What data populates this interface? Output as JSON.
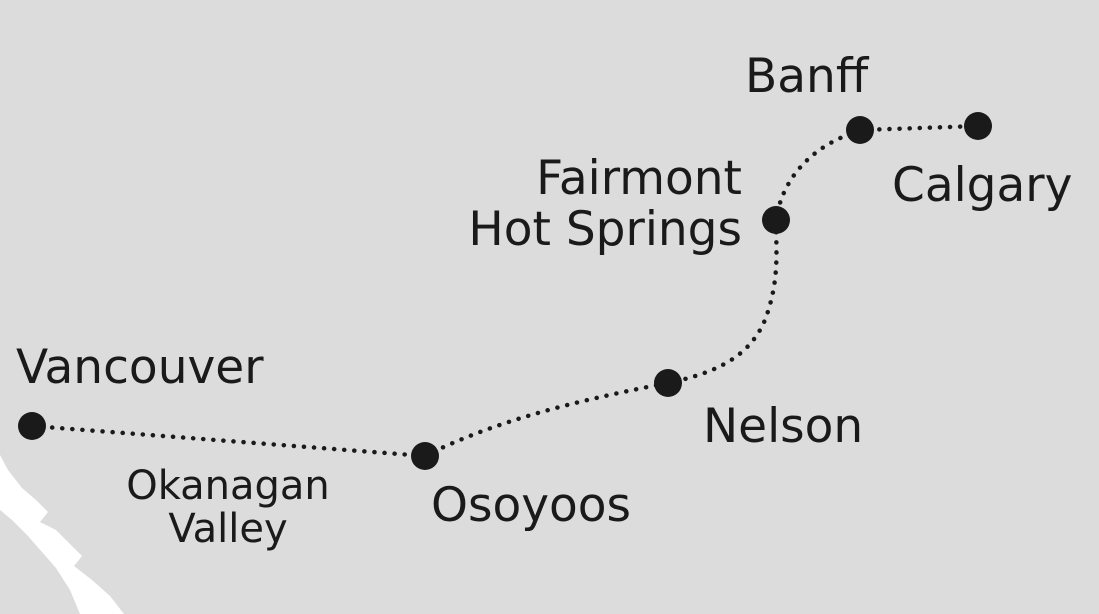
{
  "colors": {
    "land": "#dcdcdc",
    "water": "#ffffff",
    "route": "#1a1a1a",
    "stop": "#1a1a1a",
    "text": "#1a1a1a"
  },
  "route": {
    "style": "dotted",
    "stops": [
      "Vancouver",
      "Osoyoos",
      "Nelson",
      "Fairmont Hot Springs",
      "Banff",
      "Calgary"
    ]
  },
  "labels": {
    "vancouver": "Vancouver",
    "okanagan_line1": "Okanagan",
    "okanagan_line2": "Valley",
    "osoyoos": "Osoyoos",
    "nelson": "Nelson",
    "fairmont_line1": "Fairmont",
    "fairmont_line2": "Hot Springs",
    "banff": "Banff",
    "calgary": "Calgary"
  }
}
